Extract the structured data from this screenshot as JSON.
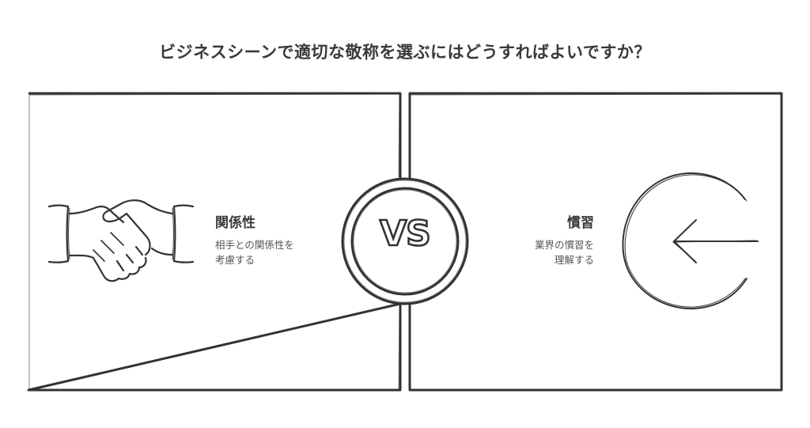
{
  "title": "ビジネスシーンで適切な敬称を選ぶにはどうすればよいですか？",
  "vs_label": "VS",
  "left": {
    "heading": "関係性",
    "description": "相手との関係性を\n考慮する",
    "icon": "handshake-icon"
  },
  "right": {
    "heading": "慣習",
    "description": "業界の慣習を\n理解する",
    "icon": "arrow-left-circle-icon"
  },
  "colors": {
    "stroke": "#333333",
    "text": "#3a3a3a",
    "background": "#ffffff"
  }
}
